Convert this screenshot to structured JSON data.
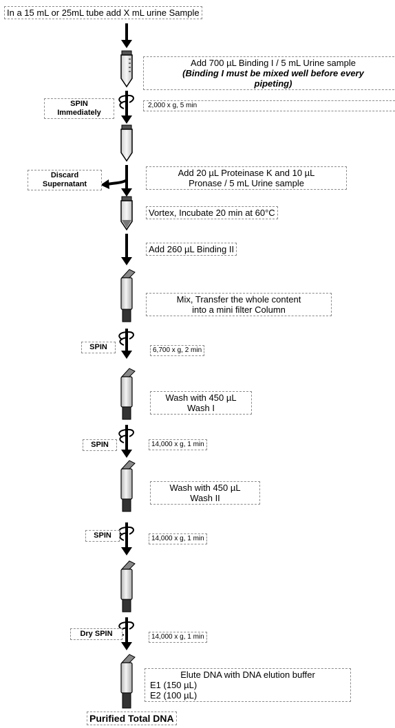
{
  "steps": {
    "s0": "In a 15 mL or 25mL tube add X mL urine Sample",
    "s1_line1": "Add 700 µL Binding I / 5 mL Urine sample",
    "s1_line2": "(Binding I must be mixed well before every",
    "s1_line3": "pipeting)",
    "s2_line1": "Add 20 µL Proteinase K and 10 µL",
    "s2_line2": "Pronase / 5 mL Urine sample",
    "s3": "Vortex, Incubate 20 min at 60°C",
    "s4": "Add 260 µL Binding II",
    "s5_line1": "Mix, Transfer the whole content",
    "s5_line2": "into a mini filter Column",
    "s6_line1": "Wash with 450 µL",
    "s6_line2": "Wash I",
    "s7_line1": "Wash with 450 µL",
    "s7_line2": "Wash II",
    "s8_line1": "Elute DNA with DNA elution buffer",
    "s8_line2": "E1 (150 µL)",
    "s8_line3": "E2 (100 µL)"
  },
  "spins": {
    "spin1_label_1": "SPIN",
    "spin1_label_2": "Immediately",
    "spin1_cond": "2,000 x g, 5 min",
    "discard_1": "Discard",
    "discard_2": "Supernatant",
    "spin2_label": "SPIN",
    "spin2_cond": "6,700 x g, 2 min",
    "spin3_label": "SPIN",
    "spin3_cond": "14,000 x g, 1 min",
    "spin4_label": "SPIN",
    "spin4_cond": "14,000 x g, 1 min",
    "spin5_label": "Dry SPIN",
    "spin5_cond": "14,000 x g, 1 min"
  },
  "final": "Purified Total DNA"
}
